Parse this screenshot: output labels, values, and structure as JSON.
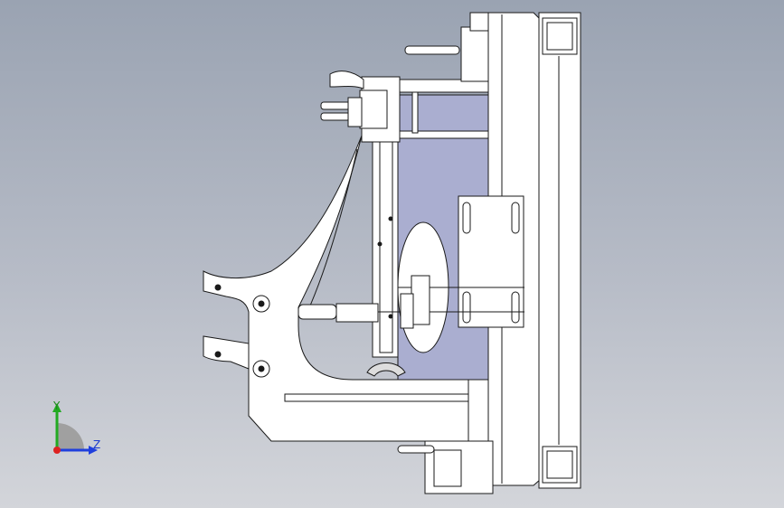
{
  "viewport": {
    "background_top": "#9aa3b2",
    "background_bottom": "#d3d5da"
  },
  "model": {
    "line_color": "#1a1a1a",
    "face_color": "#ffffff",
    "shaded_color": "#aaaed0",
    "components": [
      "main-frame-rail",
      "square-tube-beam",
      "mounting-plate",
      "vertical-column",
      "side-bracket",
      "base-plate",
      "toggle-clamp-top",
      "toggle-clamp-mid",
      "toggle-clamp-bottom",
      "cylinder-bolt-left",
      "spindle-assembly",
      "gear-ring"
    ]
  },
  "triad": {
    "y_label": "Y",
    "z_label": "Z",
    "y_color": "#22aa22",
    "z_color": "#1f3fdd",
    "x_color": "#dd2222"
  }
}
